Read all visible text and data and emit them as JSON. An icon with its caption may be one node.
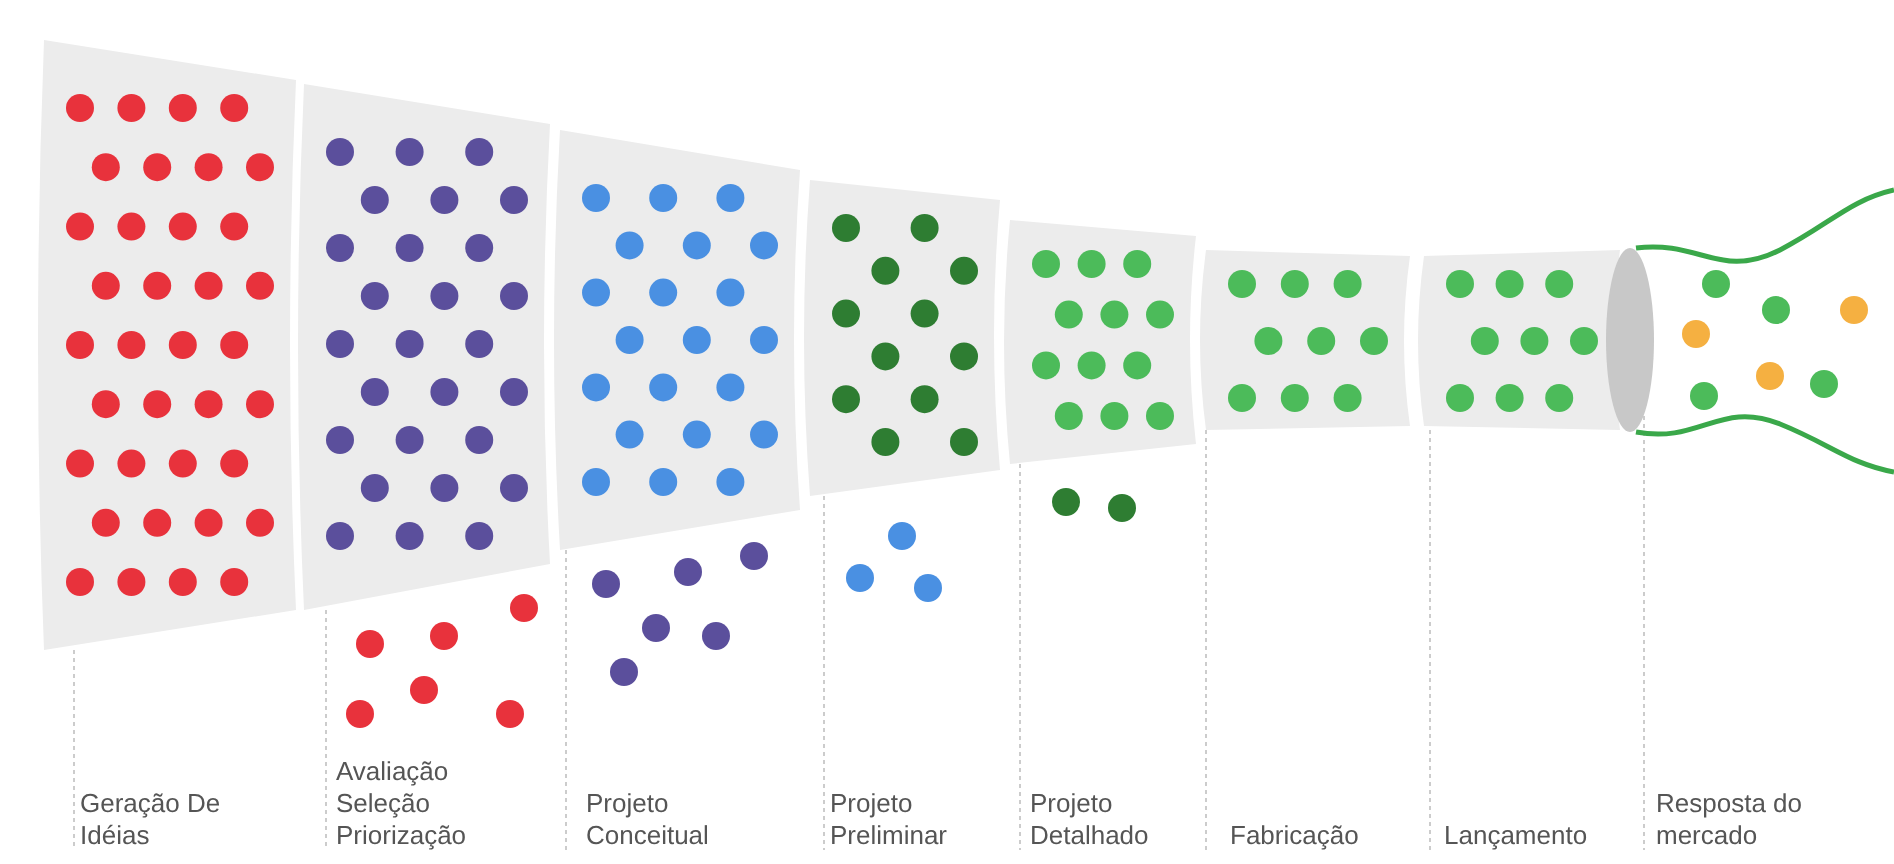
{
  "diagram": {
    "labels": [
      "Geração De Idéias",
      "Avaliação Seleção Priorização",
      "Projeto Conceitual",
      "Projeto Preliminar",
      "Projeto Detalhado",
      "Fabricação",
      "Lançamento",
      "Resposta do mercado"
    ]
  }
}
